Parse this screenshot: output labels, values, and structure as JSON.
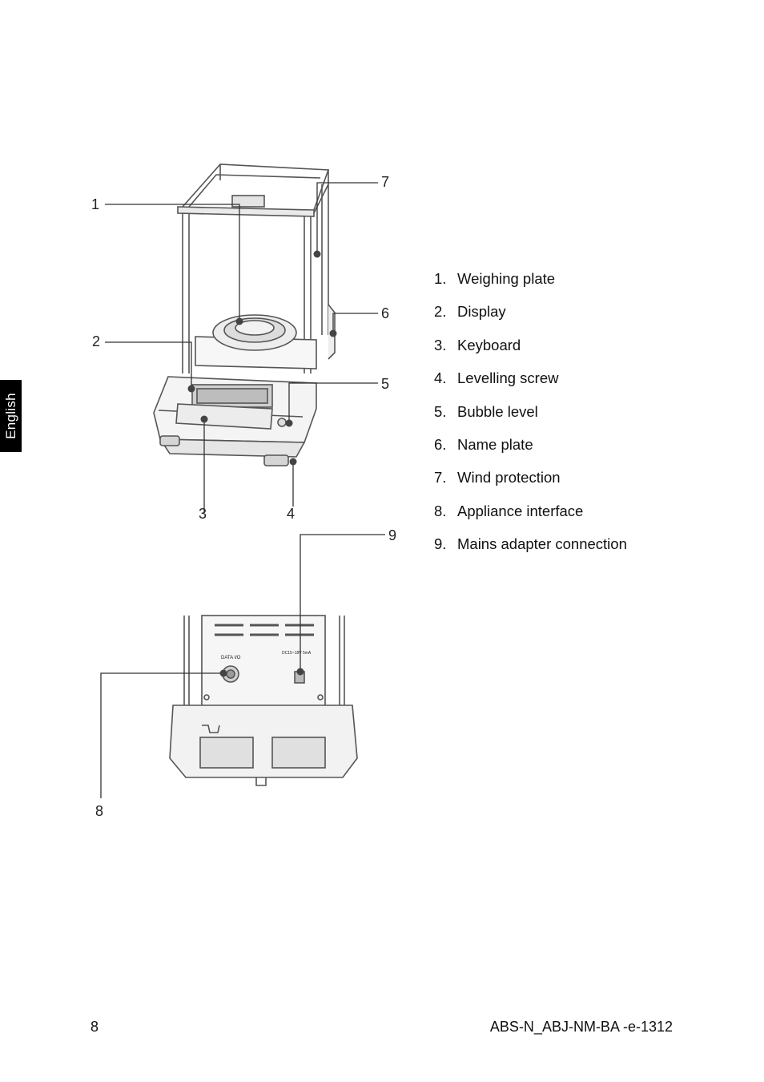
{
  "side_tab": {
    "label": "English"
  },
  "callouts": [
    "1",
    "2",
    "3",
    "4",
    "5",
    "6",
    "7",
    "8",
    "9"
  ],
  "legend": [
    {
      "num": "1.",
      "text": "Weighing plate"
    },
    {
      "num": "2.",
      "text": "Display"
    },
    {
      "num": "3.",
      "text": "Keyboard"
    },
    {
      "num": "4.",
      "text": "Levelling screw"
    },
    {
      "num": "5.",
      "text": "Bubble level"
    },
    {
      "num": "6.",
      "text": "Name plate"
    },
    {
      "num": "7.",
      "text": "Wind protection"
    },
    {
      "num": "8.",
      "text": "Appliance interface"
    },
    {
      "num": "9.",
      "text": "Mains adapter connection"
    }
  ],
  "rear_panel": {
    "port_label": "DATA I/O",
    "power_label": "DC15~18V 5mA"
  },
  "footer": {
    "page_number": "8",
    "doc_id": "ABS-N_ABJ-NM-BA -e-1312"
  },
  "colors": {
    "tab_bg": "#000000",
    "tab_text": "#ffffff",
    "line": "#333333"
  }
}
